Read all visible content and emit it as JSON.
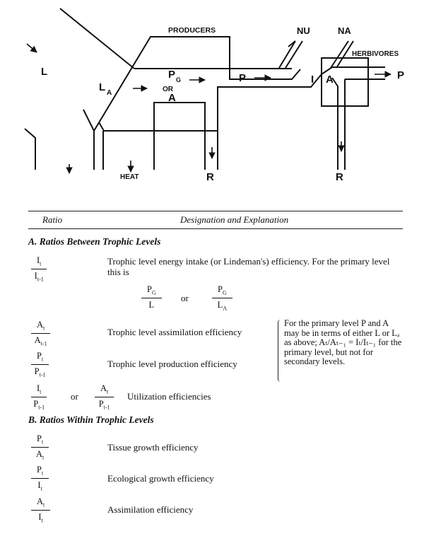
{
  "diagram": {
    "producers_label": "PRODUCERS",
    "herbivores_label": "HERBIVORES",
    "nu_label": "NU",
    "na_label": "NA",
    "l_label": "L",
    "la_label": "L",
    "la_sub": "A",
    "pg_label": "P",
    "pg_sub": "G",
    "or_label": "OR",
    "a_label": "A",
    "p_label": "P",
    "i_label": "I",
    "a2_label": "A",
    "p2_label": "P",
    "heat_label": "HEAT",
    "r_label": "R",
    "r2_label": "R"
  },
  "table": {
    "col_ratio": "Ratio",
    "col_designation": "Designation and Explanation",
    "section_a": "A.   Ratios Between Trophic Levels",
    "section_b": "B.   Ratios Within Trophic Levels",
    "rows_a": [
      {
        "num": "I",
        "num_sub": "t",
        "den": "I",
        "den_sub": "t-1",
        "text": "Trophic level energy intake (or Lindeman's) efficiency. For the primary level this is"
      },
      {
        "num": "A",
        "num_sub": "t",
        "den": "A",
        "den_sub": "t-1",
        "text": "Trophic level assimilation efficiency"
      },
      {
        "num": "P",
        "num_sub": "t",
        "den": "P",
        "den_sub": "t-1",
        "text": "Trophic level production efficiency"
      }
    ],
    "primary_example": {
      "f1_num": "P",
      "f1_num_sub": "G",
      "f1_den": "L",
      "or": "or",
      "f2_num": "P",
      "f2_num_sub": "G",
      "f2_den": "L",
      "f2_den_sub": "A"
    },
    "brace_note": "For the primary level P and A may be in terms of either L or Lₐ as above; Aₜ/Aₜ₋₁ = Iₜ/Iₜ₋₁ for the primary level, but not for secondary levels.",
    "utilization": {
      "f1_num": "I",
      "f1_num_sub": "t",
      "f1_den": "P",
      "f1_den_sub": "t-1",
      "or": "or",
      "f2_num": "A",
      "f2_num_sub": "t",
      "f2_den": "P",
      "f2_den_sub": "t-1",
      "text": "Utilization efficiencies"
    },
    "rows_b": [
      {
        "num": "P",
        "num_sub": "t",
        "den": "A",
        "den_sub": "t",
        "text": "Tissue growth efficiency"
      },
      {
        "num": "P",
        "num_sub": "t",
        "den": "I",
        "den_sub": "t",
        "text": "Ecological growth efficiency"
      },
      {
        "num": "A",
        "num_sub": "t",
        "den": "I",
        "den_sub": "t",
        "text": "Assimilation efficiency"
      }
    ]
  }
}
